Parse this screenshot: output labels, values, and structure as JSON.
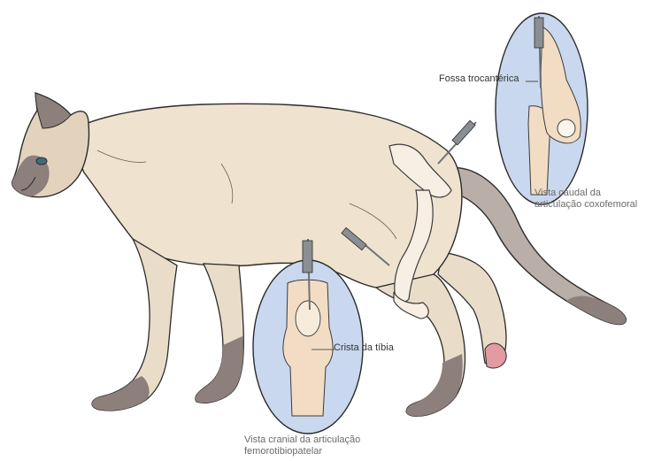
{
  "labels": {
    "fossa": "Fossa trocantérica",
    "crista": "Crista da tíbia",
    "caudal_line1": "Vista caudal da",
    "caudal_line2": "articulação coxofemoral",
    "cranial_line1": "Vista cranial da articulação",
    "cranial_line2": "femorotibiopatelar"
  },
  "colors": {
    "fur_light": "#efe2cf",
    "fur_points": "#8c7f7c",
    "outline": "#2b2b2b",
    "bone": "#f2ddc4",
    "inset_bg": "#c9d8ee",
    "needle": "#8a8f94",
    "paw_pink": "#e39aa1"
  },
  "icons": [
    "needle-icon"
  ]
}
